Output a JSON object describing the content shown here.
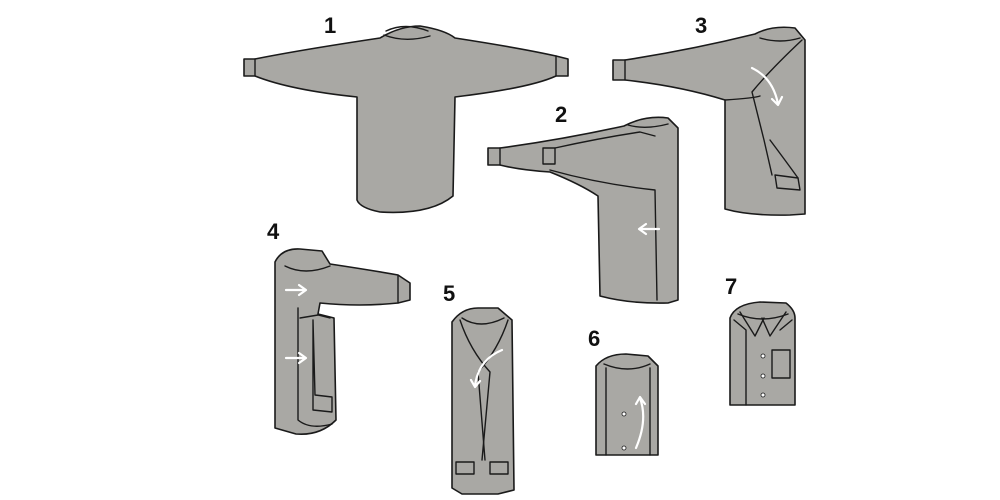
{
  "steps": [
    {
      "number": "1"
    },
    {
      "number": "2"
    },
    {
      "number": "3"
    },
    {
      "number": "4"
    },
    {
      "number": "5"
    },
    {
      "number": "6"
    },
    {
      "number": "7"
    }
  ],
  "colors": {
    "garment_fill": "#a9a8a4",
    "outline": "#1a1a1a",
    "arrow": "#ffffff",
    "background": "#ffffff"
  }
}
